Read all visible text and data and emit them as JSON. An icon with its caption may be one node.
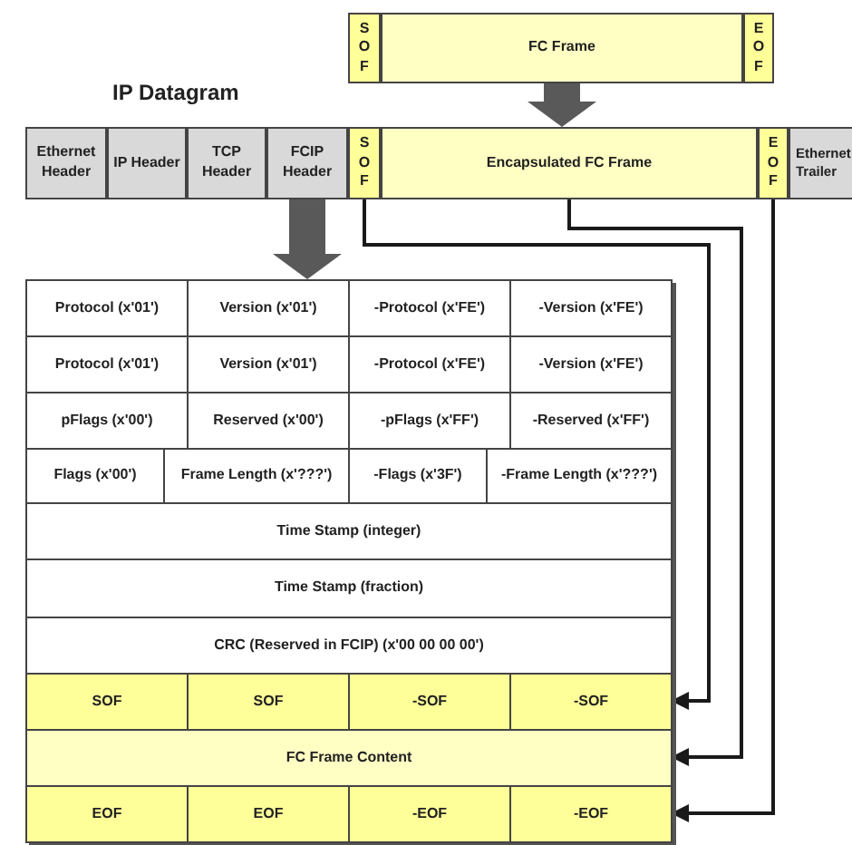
{
  "diagram": {
    "nodes": [
      {
        "text": [
          "SOF"
        ]
      },
      {
        "text": [
          "FC Frame"
        ]
      },
      {
        "text": [
          "EOF"
        ]
      },
      {
        "text": [
          "Ethernet Header"
        ]
      },
      {
        "text": [
          "IP Header"
        ]
      },
      {
        "text": [
          "TCP Header"
        ]
      },
      {
        "text": [
          "FCIP Header"
        ]
      },
      {
        "text": [
          "SOF"
        ]
      },
      {
        "text": [
          "Encapsulated FC Frame"
        ]
      },
      {
        "text": [
          "EOF"
        ]
      },
      {
        "text": [
          "Ethernet Trailer"
        ]
      },
      {
        "text": [],
        "shape": "box"
      },
      {
        "text": [
          "Protocol (x'01')"
        ],
        "in": 11
      },
      {
        "text": [
          "Version (x'01')"
        ],
        "in": 11
      },
      {
        "text": [
          "-Protocol (x'FE')"
        ],
        "in": 11
      },
      {
        "text": [
          "-Version (x'FE')"
        ],
        "in": 11
      },
      {
        "text": [
          "Protocol (x'01')"
        ],
        "in": 11
      },
      {
        "text": [
          "Version (x'01')"
        ],
        "in": 11
      },
      {
        "text": [
          "-Protocol (x'FE')"
        ],
        "in": 11
      },
      {
        "text": [
          "-Version (x'FE')"
        ],
        "in": 11
      },
      {
        "text": [
          "pFlags (x'00')"
        ],
        "in": 11
      },
      {
        "text": [
          "Reserved (x'00')"
        ],
        "in": 11
      },
      {
        "text": [
          "-pFlags (x'FF')"
        ],
        "in": 11
      },
      {
        "text": [
          "-Reserved (x'FF')"
        ],
        "in": 11
      },
      {
        "text": [
          "Flags (x'00')"
        ],
        "in": 11
      },
      {
        "text": [
          "Frame Length (x'???')"
        ],
        "in": 11
      },
      {
        "text": [
          "-Flags (x'3F')"
        ],
        "in": 11
      },
      {
        "text": [
          "-Frame Length (x'???')"
        ],
        "in": 11
      },
      {
        "text": [
          "Time Stamp (integer)"
        ],
        "in": 11
      },
      {
        "text": [
          "Time Stamp (fraction)"
        ],
        "in": 11
      },
      {
        "text": [
          "CRC (Reserved in FCIP) (x'00 00 00 00')"
        ],
        "in": 11
      },
      {
        "text": [
          "SOF"
        ],
        "in": 11
      },
      {
        "text": [
          "SOF"
        ],
        "in": 11
      },
      {
        "text": [
          "-SOF"
        ],
        "in": 11
      },
      {
        "text": [
          "-SOF"
        ],
        "in": 11
      },
      {
        "text": [
          "FC Frame Content"
        ],
        "in": 11
      },
      {
        "text": [
          "EOF"
        ],
        "in": 11
      },
      {
        "text": [
          "EOF"
        ],
        "in": 11
      },
      {
        "text": [
          "-EOF"
        ],
        "in": 11
      },
      {
        "text": [
          "-EOF"
        ],
        "in": 11
      }
    ],
    "edges": [
      {
        "from": 1,
        "to": 8,
        "arrow": "to",
        "style": "thick",
        "color": "#595959"
      },
      {
        "from": 6,
        "to": 11,
        "arrow": "to",
        "style": "thick",
        "color": "#595959"
      },
      {
        "from": 7,
        "to": 34,
        "arrow": "to"
      },
      {
        "from": 8,
        "to": 35,
        "arrow": "to"
      },
      {
        "from": 9,
        "to": 39,
        "arrow": "to"
      }
    ],
    "labels": [
      "IP Datagram"
    ]
  }
}
